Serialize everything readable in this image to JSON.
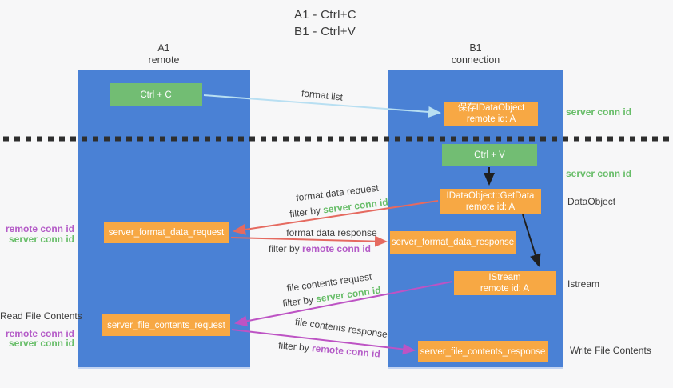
{
  "title": {
    "line1": "A1 - Ctrl+C",
    "line2": "B1 - Ctrl+V"
  },
  "columns": {
    "left": {
      "name": "A1",
      "role": "remote"
    },
    "right": {
      "name": "B1",
      "role": "connection"
    }
  },
  "nodes": {
    "ctrl_c": {
      "label": "Ctrl + C"
    },
    "ctrl_v": {
      "label": "Ctrl + V"
    },
    "save_idataobject": {
      "line1": "保存IDataObject",
      "line2": "remote id: A"
    },
    "getdata": {
      "line1": "IDataObject::GetData",
      "line2": "remote id: A"
    },
    "istream": {
      "line1": "IStream",
      "line2": "remote id: A"
    },
    "format_request": {
      "label": "server_format_data_request"
    },
    "format_response": {
      "label": "server_format_data_response"
    },
    "file_request": {
      "label": "server_file_contents_request"
    },
    "file_response": {
      "label": "server_file_contents_response"
    }
  },
  "arrow_labels": {
    "format_list": "format list",
    "format_data_request": "format data request",
    "format_data_response": "format data response",
    "file_contents_request": "file contents request",
    "file_contents_response": "file contents response",
    "filter_by": "filter by ",
    "server_conn_id": "server conn id",
    "remote_conn_id": "remote conn id"
  },
  "side_labels": {
    "server_conn_id_top": "server conn id",
    "server_conn_id_mid": "server conn id",
    "dataobject": "DataObject",
    "istream": "Istream",
    "write_file_contents": "Write File Contents",
    "read_file_contents": "Read File Contents",
    "remote_conn_id": "remote conn id",
    "server_conn_id": "server conn id"
  },
  "colors": {
    "column_blue": "#4a81d5",
    "node_green": "#72bd73",
    "node_orange": "#f7a844",
    "label_green": "#67bd68",
    "label_purple": "#b45bc7",
    "arrow_red": "#e56a60",
    "arrow_magenta": "#bd53c4",
    "arrow_lightblue": "#b8dff2",
    "arrow_black": "#1f1f1f",
    "dashed_divider": "#2e2e2e"
  }
}
